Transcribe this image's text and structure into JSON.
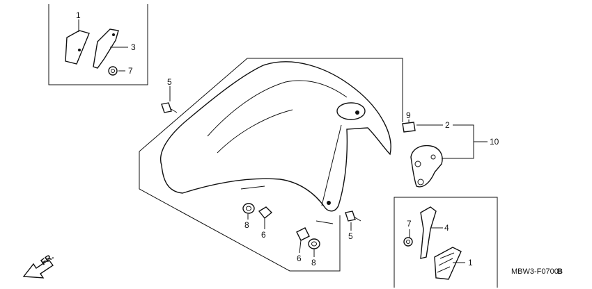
{
  "diagram_code": "MBW3-F0700",
  "diagram_code_suffix": "B",
  "direction_label": "FR.",
  "callouts": [
    {
      "id": "c1a",
      "text": "1"
    },
    {
      "id": "c3",
      "text": "3"
    },
    {
      "id": "c7a",
      "text": "7"
    },
    {
      "id": "c5a",
      "text": "5"
    },
    {
      "id": "c9",
      "text": "9"
    },
    {
      "id": "c2",
      "text": "2"
    },
    {
      "id": "c10",
      "text": "10"
    },
    {
      "id": "c8a",
      "text": "8"
    },
    {
      "id": "c6a",
      "text": "6"
    },
    {
      "id": "c5b",
      "text": "5"
    },
    {
      "id": "c6b",
      "text": "6"
    },
    {
      "id": "c8b",
      "text": "8"
    },
    {
      "id": "c7b",
      "text": "7"
    },
    {
      "id": "c4",
      "text": "4"
    },
    {
      "id": "c1b",
      "text": "1"
    }
  ]
}
